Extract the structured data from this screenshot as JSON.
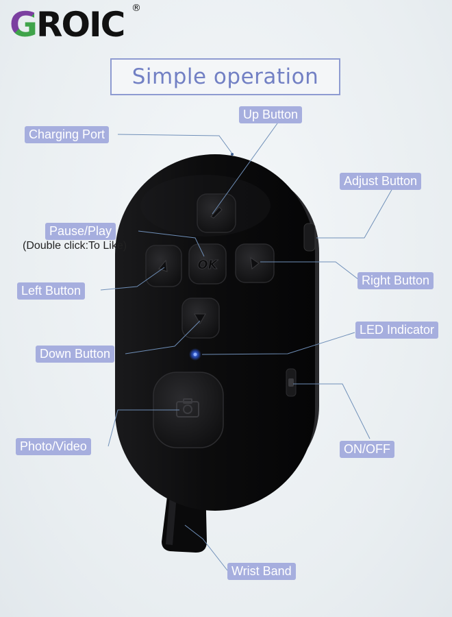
{
  "brand": {
    "logo_text": "GROIC",
    "registered_mark": "®"
  },
  "headline": "Simple operation",
  "labels": {
    "charging_port": "Charging Port",
    "up_button": "Up Button",
    "adjust_button": "Adjust Button",
    "pause_play": "Pause/Play",
    "pause_play_note": "(Double click:To Like)",
    "left_button": "Left Button",
    "right_button": "Right Button",
    "led_indicator": "LED Indicator",
    "down_button": "Down Button",
    "photo_video": "Photo/Video",
    "on_off": "ON/OFF",
    "wrist_band": "Wrist Band"
  },
  "device": {
    "ok_text": "OK",
    "body_color": "#0b0b0c",
    "led_color": "#2f6bff"
  },
  "colors": {
    "label_bg": "#a6aede",
    "headline_border": "#8e9bd1",
    "headline_text": "#7280c4",
    "leader_line": "#6f8fb8"
  }
}
